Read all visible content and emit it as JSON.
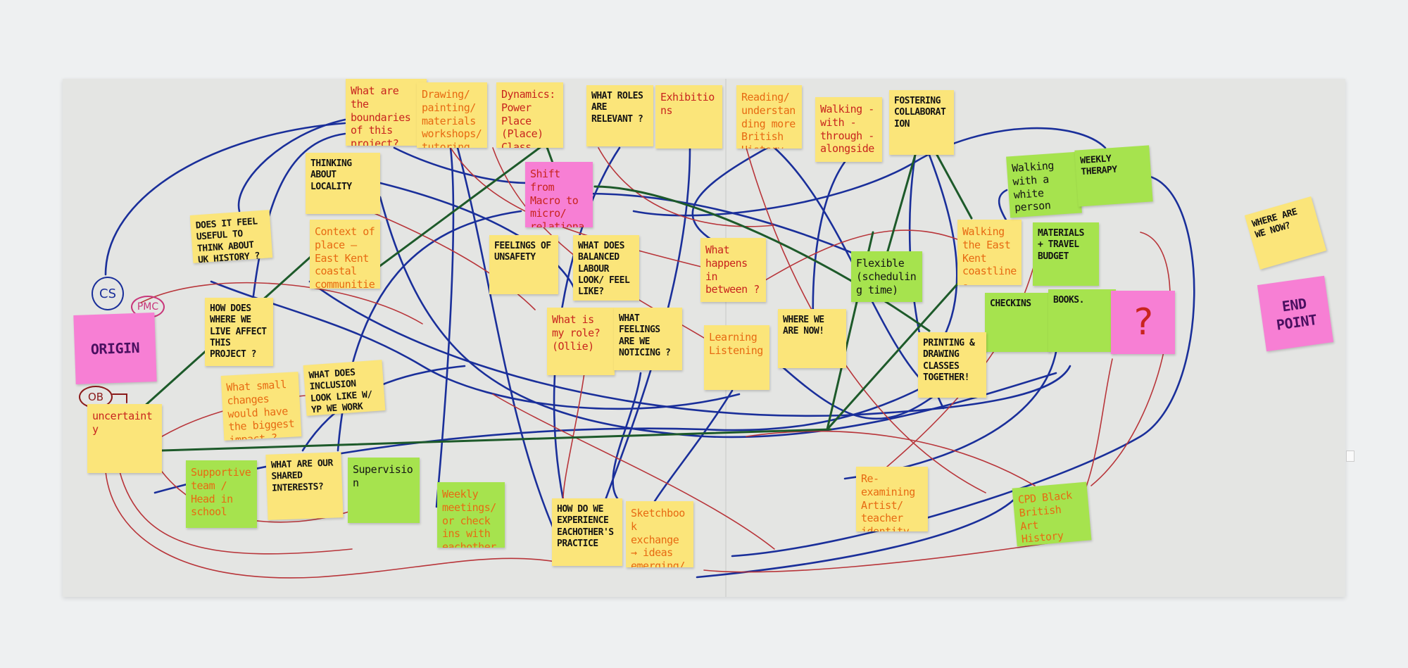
{
  "colors": {
    "yellow": "#fbe57a",
    "pink": "#f77fd4",
    "green": "#a6e34e",
    "blue_line": "#1a2f9a",
    "red_line": "#b8353a",
    "green_line": "#1d5a2a"
  },
  "ink": {
    "red": "#c8241e",
    "orange": "#e76a12",
    "black": "#141414",
    "purple": "#4a1060"
  },
  "tags": [
    "CS",
    "PMC",
    "OB"
  ],
  "notes": [
    {
      "text": "What are the boundaries of this project?",
      "color": "yellow",
      "ink": "red"
    },
    {
      "text": "Drawing/ painting/ materials workshops/ tutoring",
      "color": "yellow",
      "ink": "orange"
    },
    {
      "text": "Dynamics: Power Place (Place) Class",
      "color": "yellow",
      "ink": "red"
    },
    {
      "text": "What roles are relevant ?",
      "color": "yellow",
      "ink": "black"
    },
    {
      "text": "Exhibitions",
      "color": "yellow",
      "ink": "red"
    },
    {
      "text": "Reading/ understanding more British History",
      "color": "yellow",
      "ink": "orange"
    },
    {
      "text": "Walking -with -through -alongside",
      "color": "yellow",
      "ink": "red"
    },
    {
      "text": "Fostering collaboration",
      "color": "yellow",
      "ink": "black"
    },
    {
      "text": "Thinking about locality",
      "color": "yellow",
      "ink": "black"
    },
    {
      "text": "Shift from Macro to micro/ relational",
      "color": "pink",
      "ink": "red"
    },
    {
      "text": "Does it feel useful to think about UK history ?",
      "color": "yellow",
      "ink": "black"
    },
    {
      "text": "Context of place — East Kent coastal communities",
      "color": "yellow",
      "ink": "orange"
    },
    {
      "text": "Feelings of unsafety",
      "color": "yellow",
      "ink": "black"
    },
    {
      "text": "What does balanced labour look/ feel like?",
      "color": "yellow",
      "ink": "black"
    },
    {
      "text": "What happens in between ?",
      "color": "yellow",
      "ink": "red"
    },
    {
      "text": "Flexible (scheduling time)",
      "color": "green",
      "ink": "black"
    },
    {
      "text": "Walking the East Kent coastline - documenting our journey",
      "color": "yellow",
      "ink": "orange"
    },
    {
      "text": "Walking with a white person",
      "color": "green",
      "ink": "black"
    },
    {
      "text": "Weekly therapy",
      "color": "green",
      "ink": "black"
    },
    {
      "text": "Materials + travel budget",
      "color": "green",
      "ink": "black"
    },
    {
      "text": "Checkins",
      "color": "green",
      "ink": "black"
    },
    {
      "text": "Books.",
      "color": "green",
      "ink": "black"
    },
    {
      "text": "?",
      "color": "pink",
      "ink": "red"
    },
    {
      "text": "Where are we now?",
      "color": "yellow",
      "ink": "black"
    },
    {
      "text": "End point",
      "color": "pink",
      "ink": "purple"
    },
    {
      "text": "Origin",
      "color": "pink",
      "ink": "purple"
    },
    {
      "text": "How does where we live affect this project ?",
      "color": "yellow",
      "ink": "black"
    },
    {
      "text": "What small changes would have the biggest impact ?",
      "color": "yellow",
      "ink": "orange"
    },
    {
      "text": "What does inclusion look like w/ YP we work with?",
      "color": "yellow",
      "ink": "black"
    },
    {
      "text": "uncertainty",
      "color": "yellow",
      "ink": "red"
    },
    {
      "text": "Supportive team / Head in school",
      "color": "green",
      "ink": "orange"
    },
    {
      "text": "What are our shared interests?",
      "color": "yellow",
      "ink": "black"
    },
    {
      "text": "Supervision",
      "color": "green",
      "ink": "black"
    },
    {
      "text": "Weekly meetings/ or check ins with eachother",
      "color": "green",
      "ink": "orange"
    },
    {
      "text": "What is my role? (Ollie)",
      "color": "yellow",
      "ink": "red"
    },
    {
      "text": "What feelings are we noticing ?",
      "color": "yellow",
      "ink": "black"
    },
    {
      "text": "Learning Listening",
      "color": "yellow",
      "ink": "orange"
    },
    {
      "text": "Where we are now!",
      "color": "yellow",
      "ink": "black"
    },
    {
      "text": "Printing & drawing classes together!",
      "color": "yellow",
      "ink": "black"
    },
    {
      "text": "How do we experience eachother's practice",
      "color": "yellow",
      "ink": "black"
    },
    {
      "text": "Sketchbook exchange → ideas emerging/ being explored",
      "color": "yellow",
      "ink": "orange"
    },
    {
      "text": "Re-examining Artist/ teacher identity (Petra)",
      "color": "yellow",
      "ink": "orange"
    },
    {
      "text": "CPD Black British Art History",
      "color": "green",
      "ink": "orange"
    }
  ]
}
